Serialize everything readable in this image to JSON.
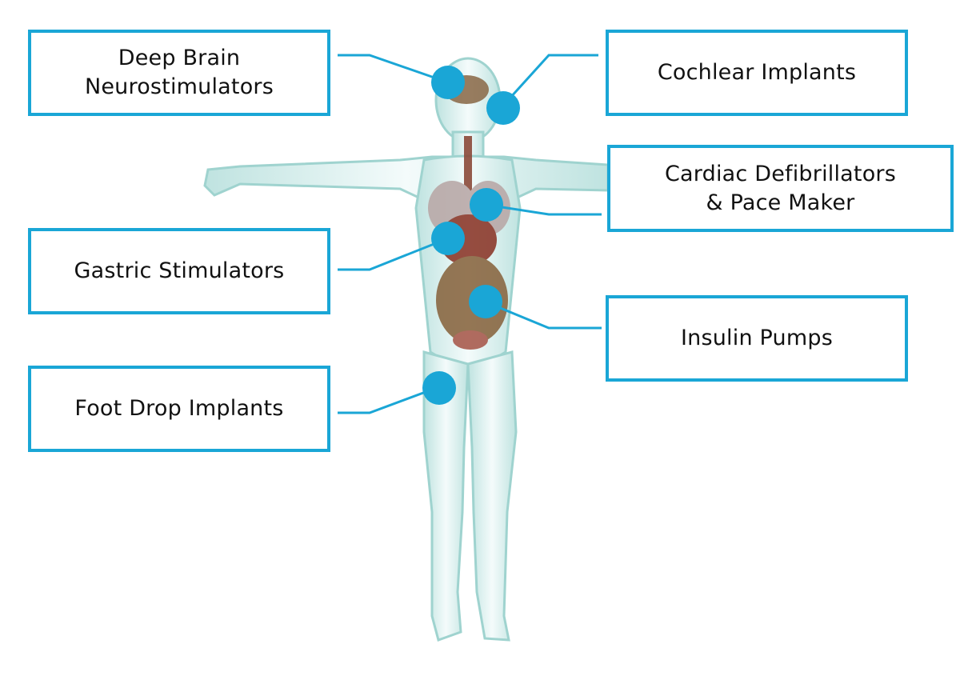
{
  "diagram": {
    "type": "anatomical-callout",
    "subject": "human body (translucent, front view)",
    "accent_color": "#1aa6d6",
    "labels": [
      {
        "id": "deep-brain",
        "text": "Deep Brain\nNeurostimulators",
        "side": "left",
        "marker": "head (brain)"
      },
      {
        "id": "cochlear",
        "text": "Cochlear Implants",
        "side": "right",
        "marker": "head (ear)"
      },
      {
        "id": "cardiac",
        "text": "Cardiac Defibrillators\n& Pace Maker",
        "side": "right",
        "marker": "chest (heart)"
      },
      {
        "id": "gastric",
        "text": "Gastric Stimulators",
        "side": "left",
        "marker": "stomach"
      },
      {
        "id": "insulin",
        "text": "Insulin Pumps",
        "side": "right",
        "marker": "abdomen"
      },
      {
        "id": "foot-drop",
        "text": "Foot Drop Implants",
        "side": "left",
        "marker": "upper thigh"
      }
    ]
  }
}
